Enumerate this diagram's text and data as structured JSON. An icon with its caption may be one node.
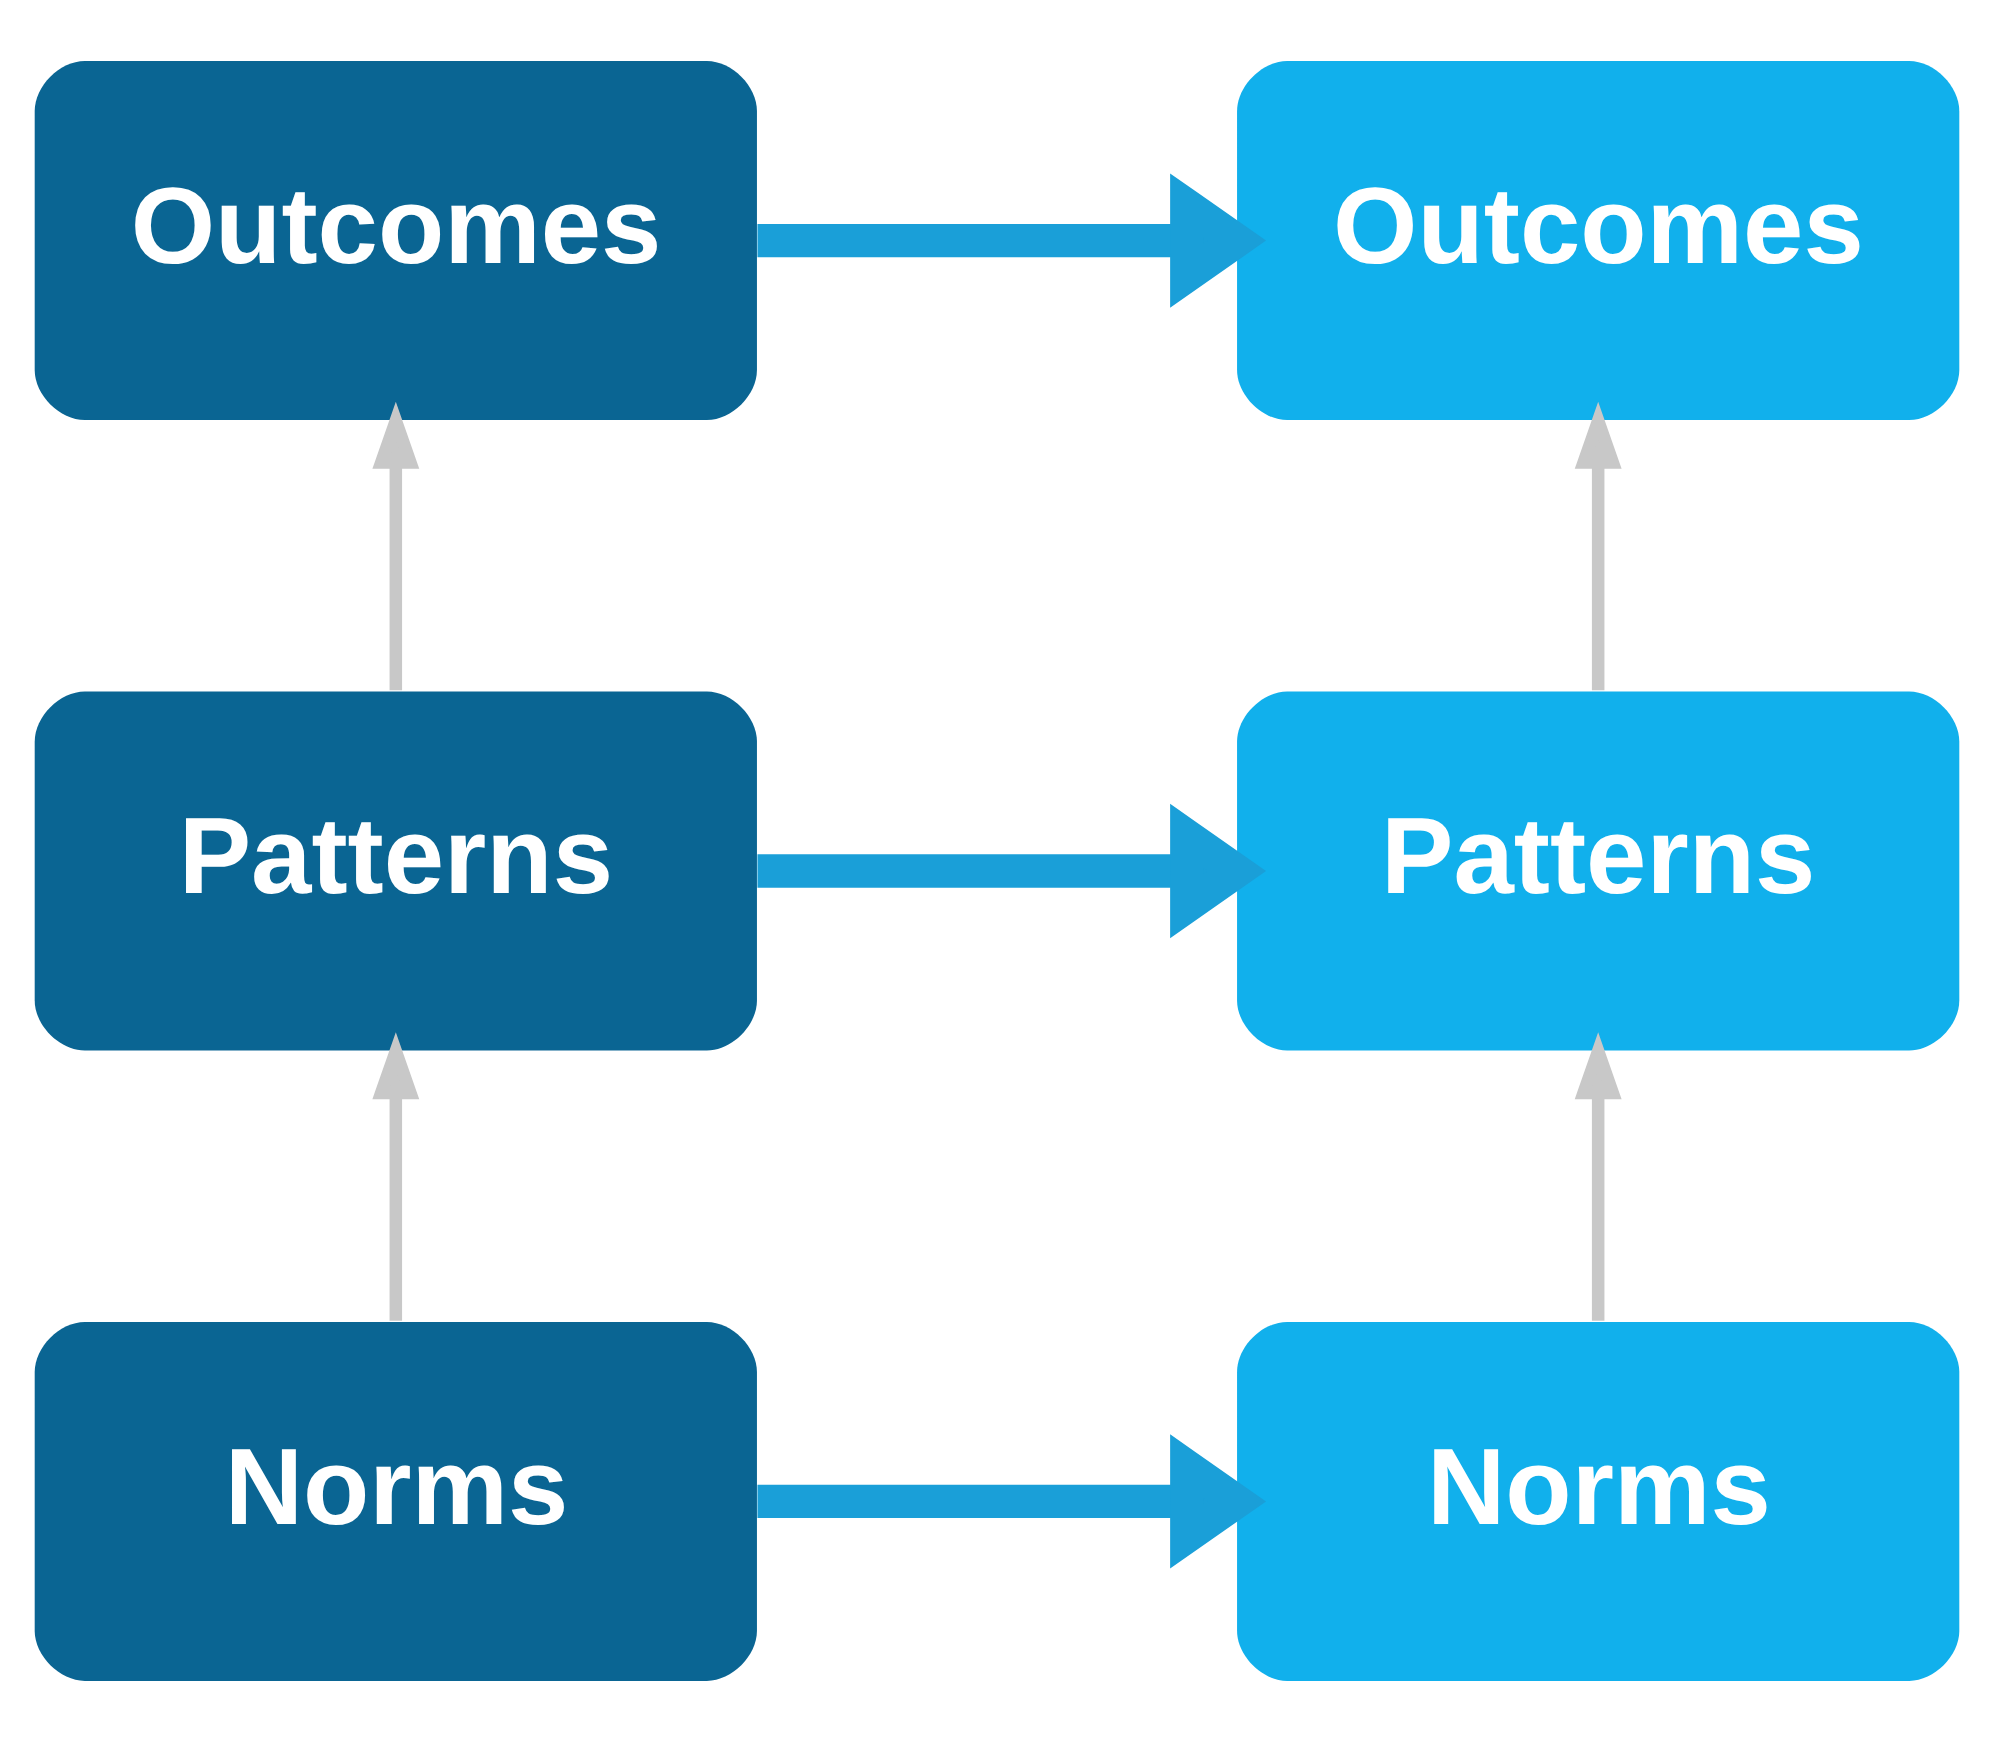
{
  "diagram": {
    "nodes": [
      {
        "text": [
          "Outcomes"
        ]
      },
      {
        "text": [
          "Outcomes"
        ]
      },
      {
        "text": [
          "Patterns"
        ]
      },
      {
        "text": [
          "Patterns"
        ]
      },
      {
        "text": [
          "Norms"
        ]
      },
      {
        "text": [
          "Norms"
        ]
      }
    ],
    "edges": [
      {
        "from": 0,
        "to": 1,
        "arrow": "to",
        "style": "thick",
        "color": "#1a9fd8"
      },
      {
        "from": 2,
        "to": 0,
        "arrow": "to"
      },
      {
        "from": 3,
        "to": 1,
        "arrow": "to"
      },
      {
        "from": 2,
        "to": 3,
        "arrow": "to",
        "style": "thick",
        "color": "#1a9fd8"
      },
      {
        "from": 4,
        "to": 2,
        "arrow": "to"
      },
      {
        "from": 5,
        "to": 3,
        "arrow": "to"
      },
      {
        "from": 4,
        "to": 5,
        "arrow": "to",
        "style": "thick",
        "color": "#1a9fd8"
      }
    ]
  }
}
